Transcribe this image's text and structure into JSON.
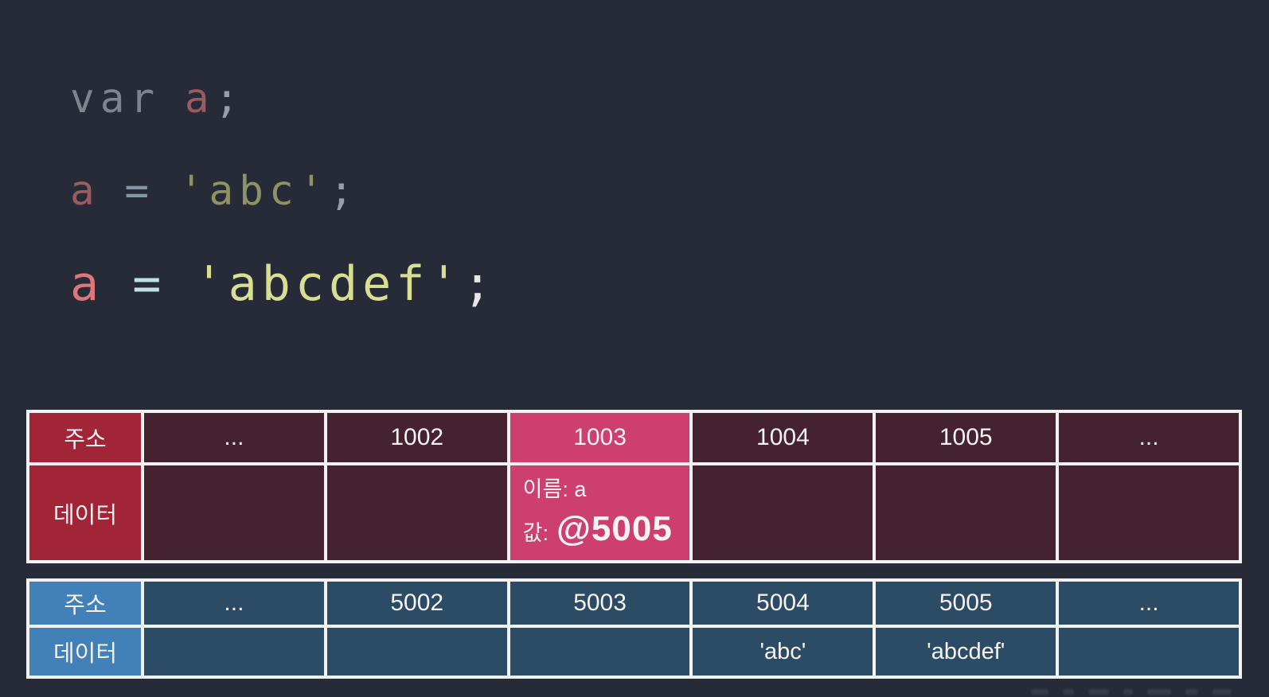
{
  "code": {
    "line1": {
      "keyword": "var",
      "name": "a",
      "semicolon": ";"
    },
    "line2": {
      "name": "a",
      "operator": "=",
      "string": "'abc'",
      "semicolon": ";"
    },
    "line3": {
      "name": "a",
      "operator": "=",
      "string": "'abcdef'",
      "semicolon": ";"
    }
  },
  "tables": {
    "variable": {
      "address_header": "주소",
      "data_header": "데이터",
      "columns": [
        "...",
        "1002",
        "1003",
        "1004",
        "1005",
        "..."
      ],
      "highlighted_address": "1003",
      "entry": {
        "name_line": "이름: a",
        "value_label": "값:",
        "value": "@5005"
      }
    },
    "string": {
      "address_header": "주소",
      "data_header": "데이터",
      "columns": [
        "...",
        "5002",
        "5003",
        "5004",
        "5005",
        "..."
      ],
      "data_values": {
        "cell_5004": "'abc'",
        "cell_5005": "'abcdef'"
      }
    }
  },
  "colors": {
    "background": "#272b38",
    "table_border": "#f2f2f2",
    "variable_table_header": "#a12537",
    "variable_table_cell": "#45222f",
    "variable_table_highlight": "#cc3f6f",
    "string_table_header": "#4181b8",
    "string_table_cell": "#2c4b64",
    "code_keyword_dim": "#7e838c",
    "code_variable_dim": "#9c5a61",
    "code_operator_dim": "#7e99a4",
    "code_string_dim": "#8f9364",
    "code_variable": "#e0757c",
    "code_operator": "#bfe3e2",
    "code_string": "#d8de92",
    "code_punctuation": "#e6e7e9"
  }
}
